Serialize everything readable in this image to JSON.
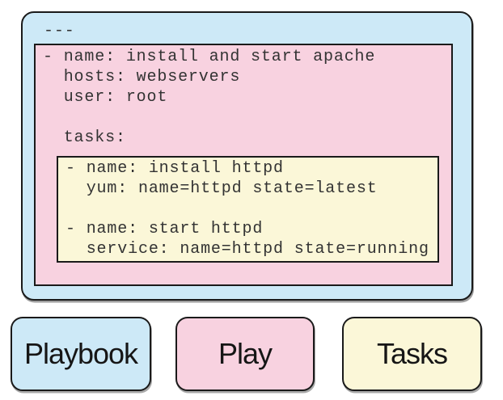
{
  "colors": {
    "playbook_fill": "#cde9f7",
    "play_fill": "#f8d2e0",
    "tasks_fill": "#fbf7d8",
    "border": "#1a1a1a",
    "code_text": "#333333"
  },
  "playbook": {
    "header": "---",
    "play": {
      "code": "- name: install and start apache\n  hosts: webservers\n  user: root\n\n  tasks:",
      "tasks": {
        "code": "- name: install httpd\n  yum: name=httpd state=latest\n\n- name: start httpd\n  service: name=httpd state=running"
      }
    }
  },
  "legend": [
    {
      "label": "Playbook"
    },
    {
      "label": "Play"
    },
    {
      "label": "Tasks"
    }
  ]
}
